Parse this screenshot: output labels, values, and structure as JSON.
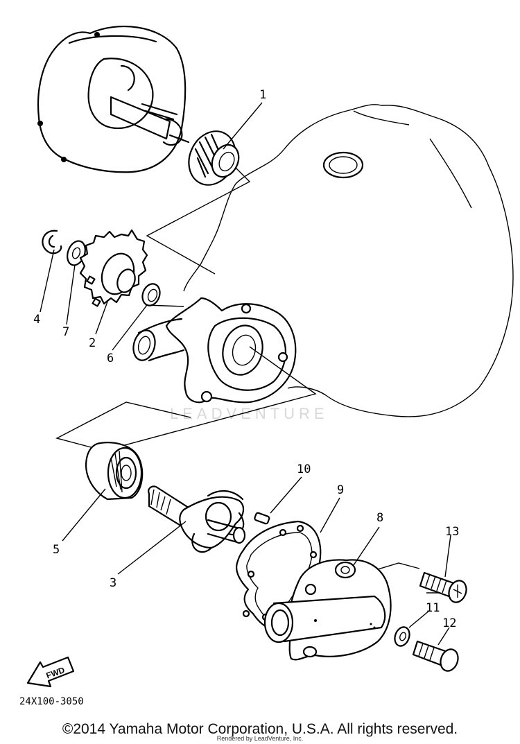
{
  "diagram": {
    "callouts": [
      {
        "id": "1",
        "label": "1"
      },
      {
        "id": "2",
        "label": "2"
      },
      {
        "id": "3",
        "label": "3"
      },
      {
        "id": "4",
        "label": "4"
      },
      {
        "id": "5",
        "label": "5"
      },
      {
        "id": "6",
        "label": "6"
      },
      {
        "id": "7",
        "label": "7"
      },
      {
        "id": "8",
        "label": "8"
      },
      {
        "id": "9",
        "label": "9"
      },
      {
        "id": "10",
        "label": "10"
      },
      {
        "id": "11",
        "label": "11"
      },
      {
        "id": "12",
        "label": "12"
      },
      {
        "id": "13",
        "label": "13"
      }
    ],
    "direction_label": "FWD",
    "diagram_code": "24X100-3050",
    "watermark": "LEADVENTURE"
  },
  "footer": {
    "copyright": "©2014 Yamaha Motor Corporation, U.S.A. All rights reserved.",
    "rendered_by": "Rendered by LeadVenture, Inc."
  }
}
